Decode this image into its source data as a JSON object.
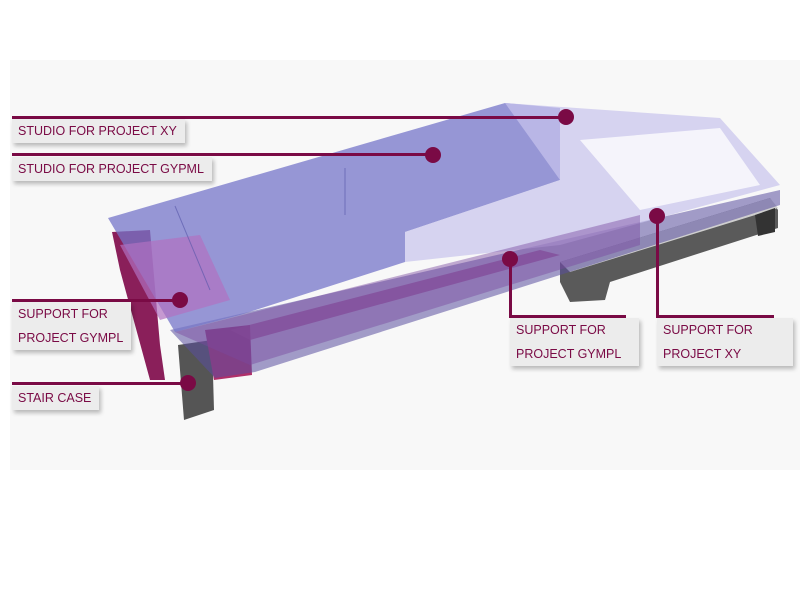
{
  "colors": {
    "accent": "#7a0a45",
    "studio": "#6f6fc8",
    "support": "#b0307a",
    "stair": "#555555"
  },
  "callouts": [
    {
      "id": "studio-xy",
      "lines": [
        "STUDIO FOR PROJECT XY"
      ]
    },
    {
      "id": "studio-gypml",
      "lines": [
        "STUDIO FOR PROJECT GYPML"
      ]
    },
    {
      "id": "support-gympl-left",
      "lines": [
        "SUPPORT FOR",
        "PROJECT GYMPL"
      ]
    },
    {
      "id": "stair-case",
      "lines": [
        "STAIR CASE"
      ]
    },
    {
      "id": "support-gympl-right",
      "lines": [
        "SUPPORT FOR",
        "PROJECT GYMPL"
      ]
    },
    {
      "id": "support-xy",
      "lines": [
        "SUPPORT FOR",
        "PROJECT XY"
      ]
    }
  ]
}
